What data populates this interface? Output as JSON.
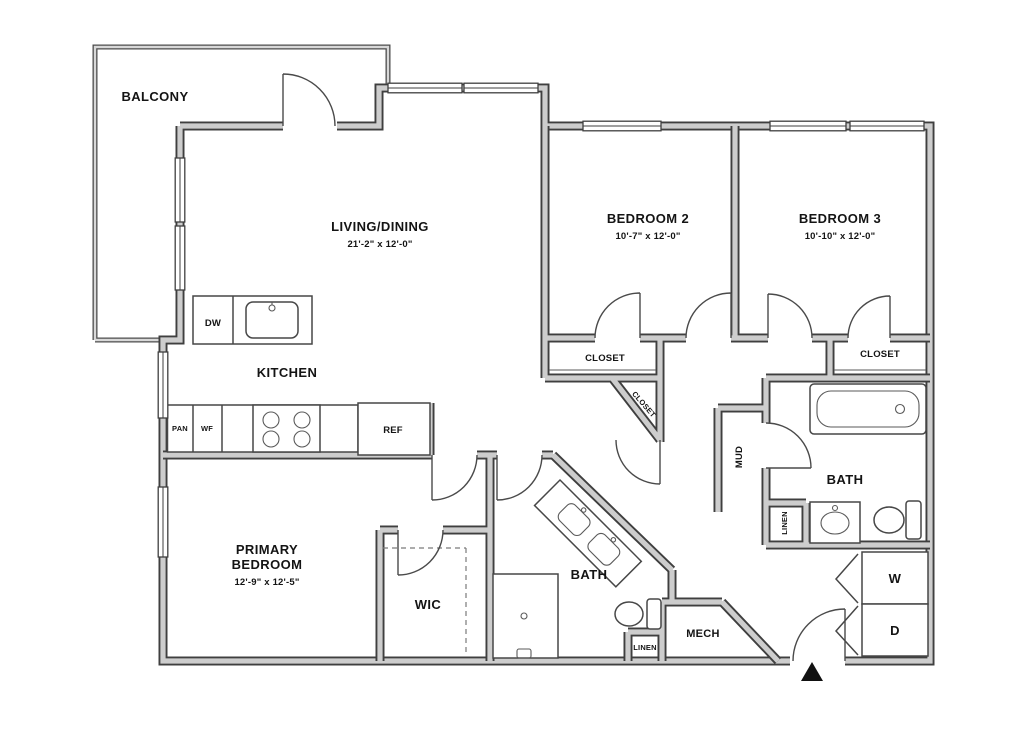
{
  "colors": {
    "wall_outline": "#3f3f3f",
    "wall_fill": "#cdcdcd",
    "marker": "#111111"
  },
  "floorplan": {
    "balcony": {
      "label": "BALCONY"
    },
    "living_dining": {
      "label": "LIVING/DINING",
      "dims": "21'-2\" x 12'-0\""
    },
    "bedroom_2": {
      "label": "BEDROOM 2",
      "dims": "10'-7\" x 12'-0\""
    },
    "bedroom_3": {
      "label": "BEDROOM 3",
      "dims": "10'-10\" x 12'-0\""
    },
    "kitchen": {
      "label": "KITCHEN"
    },
    "primary_bedroom": {
      "label_line1": "PRIMARY",
      "label_line2": "BEDROOM",
      "dims": "12'-9\" x 12'-5\""
    },
    "wic": {
      "label": "WIC"
    },
    "bath_primary": {
      "label": "BATH"
    },
    "bath_hall": {
      "label": "BATH"
    },
    "closet_bedroom_2": {
      "label": "CLOSET"
    },
    "closet_hall": {
      "label": "CLOSET"
    },
    "closet_bedroom_3": {
      "label": "CLOSET"
    },
    "mud": {
      "label": "MUD"
    },
    "mech": {
      "label": "MECH"
    },
    "linen_bath": {
      "label": "LINEN"
    },
    "linen_hall": {
      "label": "LINEN"
    },
    "appliances": {
      "dishwasher": "DW",
      "pantry": "PAN",
      "wf": "WF",
      "refrigerator": "REF",
      "washer": "W",
      "dryer": "D"
    }
  }
}
